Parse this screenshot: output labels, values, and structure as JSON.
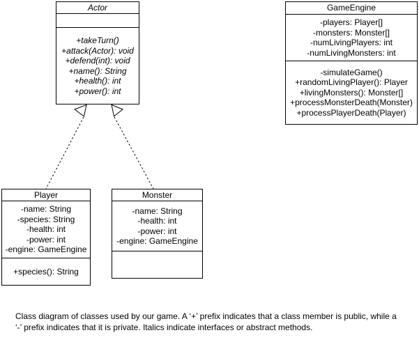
{
  "diagram": {
    "stroke_color": "#000000",
    "fill_color": "#ffffff",
    "classes": {
      "actor": {
        "title": "Actor",
        "abstract": true,
        "attributes": [],
        "methods": [
          "+takeTurn()",
          "+attack(Actor): void",
          "+defend(int): void",
          "+name(): String",
          "+health(): int",
          "+power(): int"
        ]
      },
      "game_engine": {
        "title": "GameEngine",
        "abstract": false,
        "attributes": [
          "-players: Player[]",
          "-monsters: Monster[]",
          "-numLivingPlayers: int",
          "-numLivingMonsters: int"
        ],
        "methods": [
          "-simulateGame()",
          "+randomLivingPlayer(): Player",
          "+livingMonsters(): Monster[]",
          "+processMonsterDeath(Monster)",
          "+processPlayerDeath(Player)"
        ]
      },
      "player": {
        "title": "Player",
        "abstract": false,
        "attributes": [
          "-name: String",
          "-species: String",
          "-health: int",
          "-power: int",
          "-engine: GameEngine"
        ],
        "methods": [
          "+species(): String"
        ]
      },
      "monster": {
        "title": "Monster",
        "abstract": false,
        "attributes": [
          "-name: String",
          "-health: int",
          "-power: int",
          "-engine: GameEngine"
        ],
        "methods": []
      }
    },
    "relations": [
      {
        "from": "Player",
        "to": "Actor",
        "type": "realization"
      },
      {
        "from": "Monster",
        "to": "Actor",
        "type": "realization"
      }
    ]
  },
  "caption": {
    "lines": [
      "Class diagram of classes used by our game. A ‘+’ prefix indicates that a class member is public, while a",
      "‘-’ prefix indicates that it is private. Italics indicate interfaces or abstract methods."
    ]
  }
}
